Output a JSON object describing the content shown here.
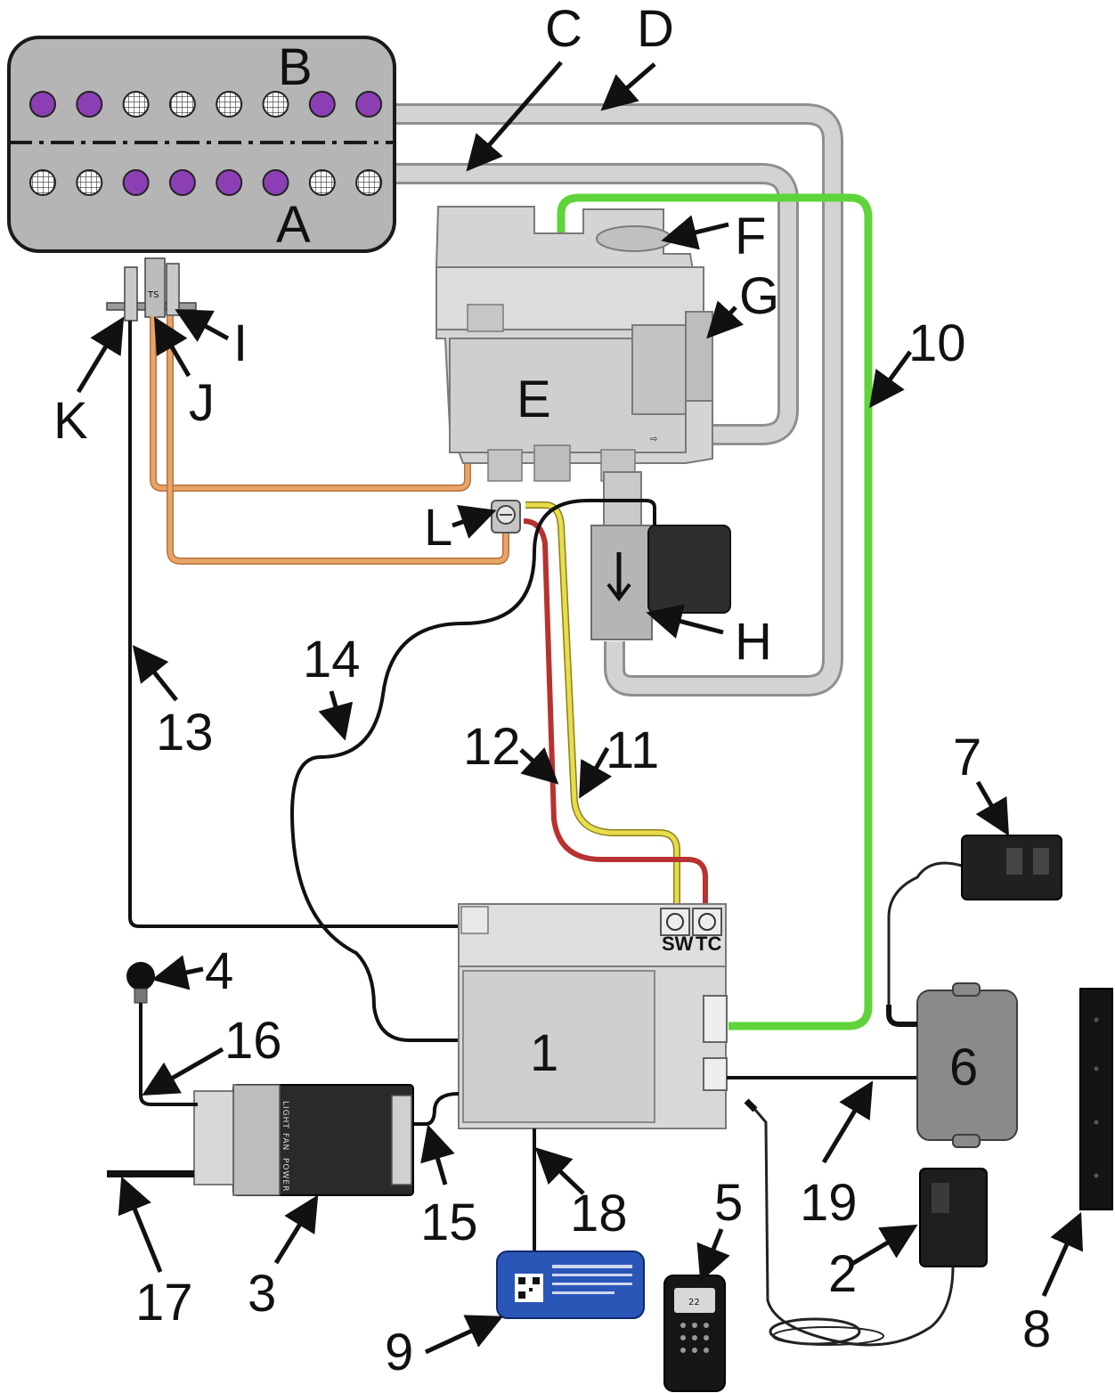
{
  "burner": {
    "zone_b_label": "B",
    "zone_a_label": "A",
    "row_b_ports": [
      "active",
      "active",
      "inactive",
      "inactive",
      "inactive",
      "inactive",
      "active",
      "active"
    ],
    "row_a_ports": [
      "inactive",
      "inactive",
      "active",
      "active",
      "active",
      "active",
      "inactive",
      "inactive"
    ]
  },
  "valve_label": "E",
  "letter_labels": {
    "C": "C",
    "D": "D",
    "F": "F",
    "G": "G",
    "H": "H",
    "I": "I",
    "J": "J",
    "K": "K",
    "L": "L"
  },
  "number_labels": {
    "n1": "1",
    "n2": "2",
    "n3": "3",
    "n4": "4",
    "n5": "5",
    "n6": "6",
    "n7": "7",
    "n8": "8",
    "n9": "9",
    "n10": "10",
    "n11": "11",
    "n12": "12",
    "n13": "13",
    "n14": "14",
    "n15": "15",
    "n16": "16",
    "n17": "17",
    "n18": "18",
    "n19": "19"
  },
  "terminals": {
    "sw": "SW",
    "tc": "TC"
  },
  "pilot_ts": "TS",
  "remote_display": "22",
  "module3": {
    "light": "LIGHT",
    "fan": "FAN",
    "power": "POWER"
  },
  "colors": {
    "burner_fill": "#b5b5b5",
    "active_port": "#8c3fb5",
    "gas_pipe": "#d3d3d3",
    "green_cable": "#5fd43a",
    "orange_tube": "#e9a468",
    "yellow_wire": "#e8dd4a",
    "red_wire": "#b8322f",
    "black_wire": "#111111"
  }
}
